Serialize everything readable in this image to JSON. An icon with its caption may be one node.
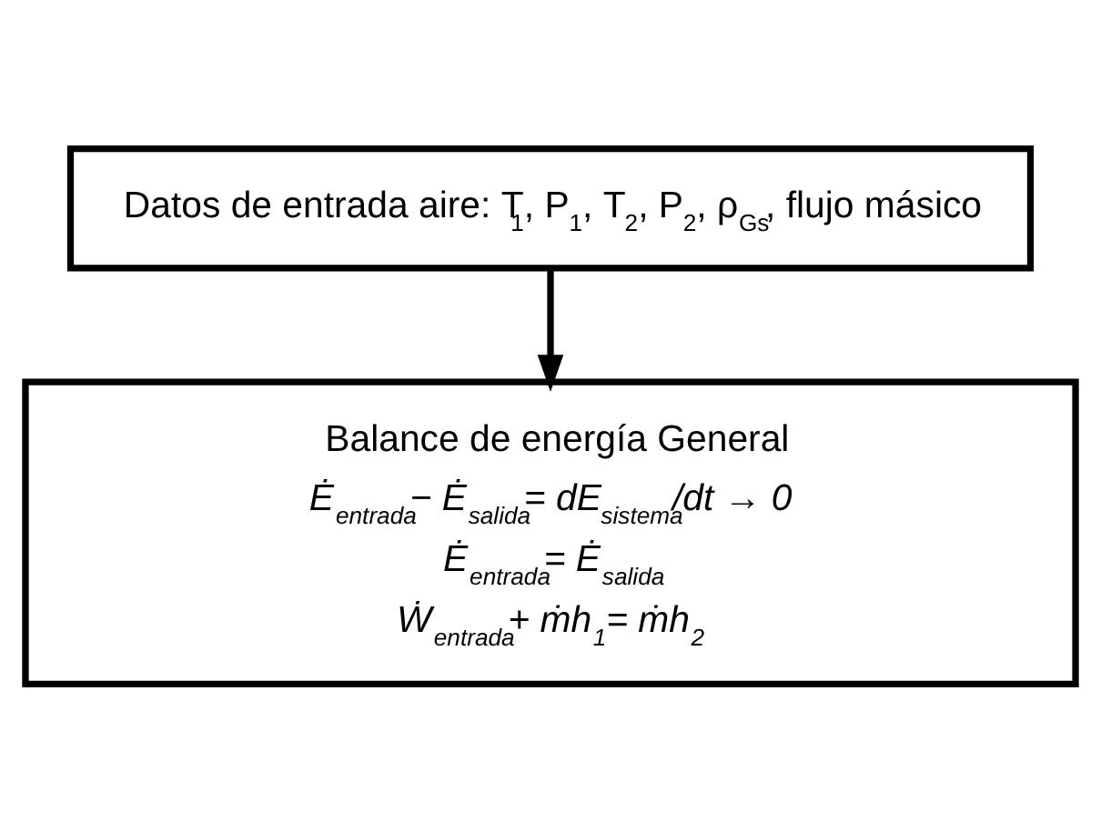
{
  "diagram": {
    "nodes": [
      {
        "text": [
          "Datos de entrada aire: T$_{1}$, P$_{1}$, T$_{2}$, P$_{2}$, ρ$_{Gs}$, flujo másico"
        ]
      },
      {
        "text": [
          "Balance de energía General",
          "Ė$_{entrada}$− Ė$_{salida}$= dE$_{sistema}$/dt → 0",
          "Ė$_{entrada}$= Ė$_{salida}$",
          "Ẇ$_{entrada}$+ ṁh$_{1}$= ṁh$_{2}$"
        ]
      }
    ],
    "edges": [
      {
        "from": 0,
        "to": 1,
        "arrow": "to"
      }
    ]
  }
}
